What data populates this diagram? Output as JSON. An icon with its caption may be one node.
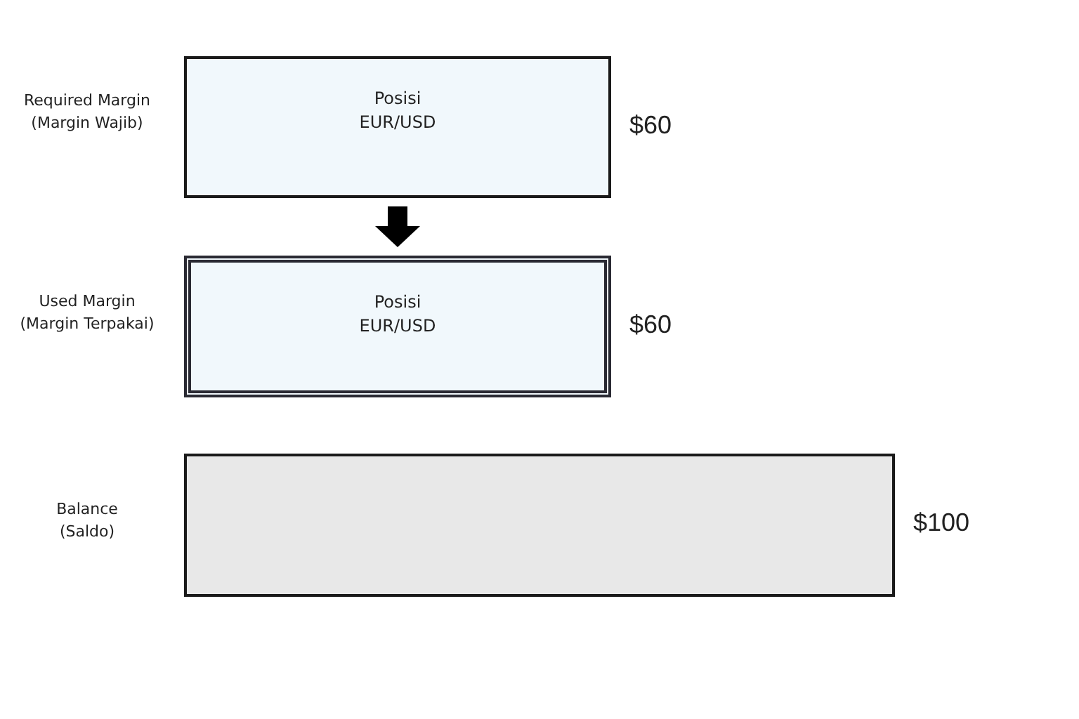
{
  "diagram": {
    "nodes": [
      {
        "text": [
          "Posisi EUR/USD"
        ],
        "beside": [
          "$60"
        ]
      },
      {
        "text": [
          "Posisi EUR/USD"
        ],
        "beside": [
          "$60"
        ]
      },
      {
        "text": [],
        "shape": "box",
        "beside": [
          "$100"
        ]
      }
    ],
    "labels": [
      "Required Margin (Margin Wajib)",
      "Used Margin (Margin Terpakai)",
      "Balance (Saldo)"
    ],
    "edges": [
      {
        "from": 0,
        "to": 1,
        "arrow": "to"
      }
    ]
  }
}
